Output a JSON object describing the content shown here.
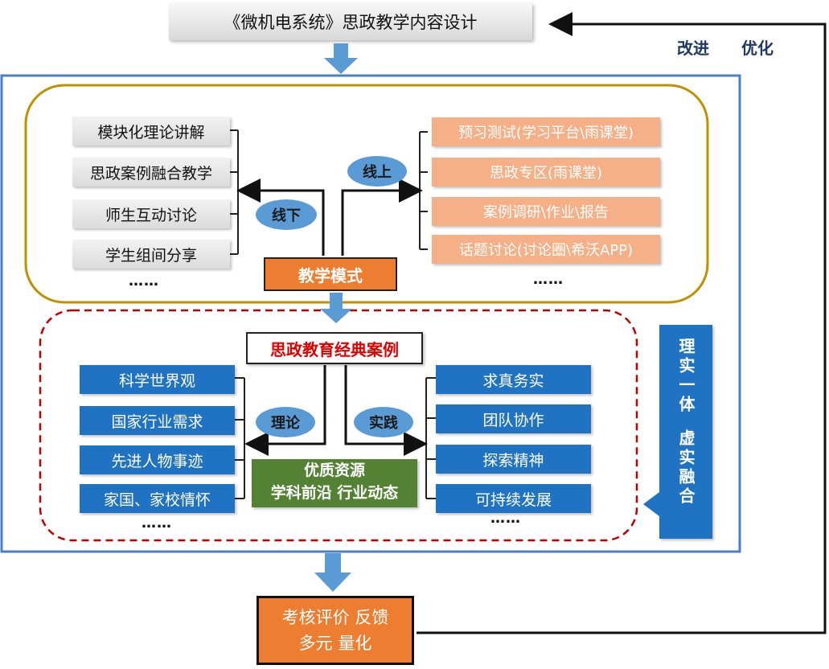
{
  "top_title": "《微机电系统》思政教学内容设计",
  "feedback": {
    "improve": "改进",
    "optimize": "优化"
  },
  "offline": {
    "label": "线下",
    "items": [
      "模块化理论讲解",
      "思政案例融合教学",
      "师生互动讨论",
      "学生组间分享"
    ],
    "more": "……"
  },
  "online": {
    "label": "线上",
    "items": [
      "预习测试(学习平台\\雨课堂)",
      "思政专区(雨课堂)",
      "案例调研\\作业\\报告",
      "话题讨论(讨论圈\\希沃APP)"
    ],
    "more": "……"
  },
  "teaching_mode": "教学模式",
  "classic_cases": "思政教育经典案例",
  "theory": {
    "label": "理论",
    "items": [
      "科学世界观",
      "国家行业需求",
      "先进人物事迹",
      "家国、家校情怀"
    ],
    "more": "……"
  },
  "practice": {
    "label": "实践",
    "items": [
      "求真务实",
      "团队协作",
      "探索精神",
      "可持续发展"
    ],
    "more": "……"
  },
  "quality_resources": {
    "line1": "优质资源",
    "line2": "学科前沿 行业动态"
  },
  "side_label": {
    "part1": "理实一体",
    "part2": "虚实融合"
  },
  "evaluation": {
    "line1": "考核评价 反馈",
    "line2": "多元 量化"
  },
  "colors": {
    "outer_border": "#4a7fc1",
    "mode_border": "#bf9000",
    "dash_border": "#c00000",
    "orange": "#ed7d31",
    "peach": "#f5b088",
    "blue": "#1f73c2",
    "ellipse": "#5b9bd5",
    "green": "#548235",
    "arrow": "#5b9bd5"
  }
}
